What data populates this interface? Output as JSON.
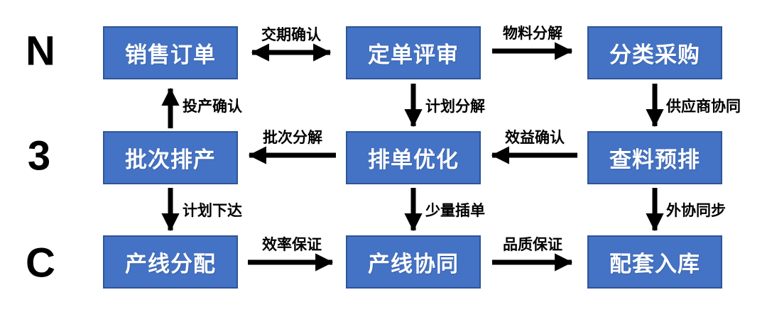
{
  "diagram": {
    "row_labels": [
      "N",
      "3",
      "C"
    ],
    "nodes": [
      {
        "id": "sales-order",
        "label": "销售订单",
        "row": 1,
        "col": 1
      },
      {
        "id": "order-review",
        "label": "定单评审",
        "row": 1,
        "col": 2
      },
      {
        "id": "classified-procurement",
        "label": "分类采购",
        "row": 1,
        "col": 3
      },
      {
        "id": "batch-scheduling",
        "label": "批次排产",
        "row": 2,
        "col": 1
      },
      {
        "id": "schedule-optimization",
        "label": "排单优化",
        "row": 2,
        "col": 2
      },
      {
        "id": "material-pre-scheduling",
        "label": "查料预排",
        "row": 2,
        "col": 3
      },
      {
        "id": "line-allocation",
        "label": "产线分配",
        "row": 3,
        "col": 1
      },
      {
        "id": "line-collaboration",
        "label": "产线协同",
        "row": 3,
        "col": 2
      },
      {
        "id": "kitting-warehousing",
        "label": "配套入库",
        "row": 3,
        "col": 3
      }
    ],
    "edges": [
      {
        "label": "交期确认",
        "from": "sales-order",
        "to": "order-review",
        "direction": "both"
      },
      {
        "label": "物料分解",
        "from": "order-review",
        "to": "classified-procurement",
        "direction": "right"
      },
      {
        "label": "投产确认",
        "from": "batch-scheduling",
        "to": "sales-order",
        "direction": "up"
      },
      {
        "label": "计划分解",
        "from": "order-review",
        "to": "schedule-optimization",
        "direction": "down"
      },
      {
        "label": "供应商协同",
        "from": "classified-procurement",
        "to": "material-pre-scheduling",
        "direction": "down"
      },
      {
        "label": "批次分解",
        "from": "schedule-optimization",
        "to": "batch-scheduling",
        "direction": "left"
      },
      {
        "label": "效益确认",
        "from": "material-pre-scheduling",
        "to": "schedule-optimization",
        "direction": "left"
      },
      {
        "label": "计划下达",
        "from": "batch-scheduling",
        "to": "line-allocation",
        "direction": "down"
      },
      {
        "label": "少量插单",
        "from": "schedule-optimization",
        "to": "line-collaboration",
        "direction": "down"
      },
      {
        "label": "外协同步",
        "from": "material-pre-scheduling",
        "to": "kitting-warehousing",
        "direction": "down"
      },
      {
        "label": "效率保证",
        "from": "line-allocation",
        "to": "line-collaboration",
        "direction": "right"
      },
      {
        "label": "品质保证",
        "from": "line-collaboration",
        "to": "kitting-warehousing",
        "direction": "right"
      }
    ],
    "colors": {
      "background": "#ffffff",
      "node_fill": "#4472C4",
      "node_border": "#2F5597",
      "node_text": "#ffffff",
      "arrow": "#000000",
      "label_text": "#000000"
    }
  }
}
